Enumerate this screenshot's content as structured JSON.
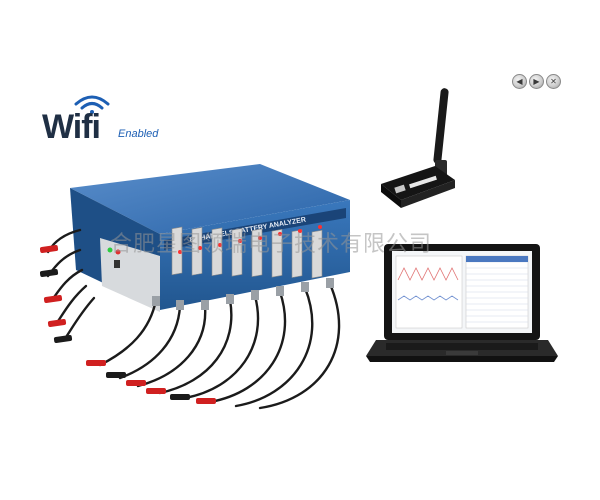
{
  "nav": {
    "prev_icon": "chevron-left-icon",
    "next_icon": "chevron-right-icon",
    "close_icon": "close-icon"
  },
  "logo": {
    "word": "Wifi",
    "tag": "Enabled"
  },
  "device": {
    "panel_text": "8 CHANNELS BATTERY ANALYZER"
  },
  "watermark": {
    "text": "合肥星图领瑞电子技术有限公司"
  },
  "colors": {
    "device_blue": "#2f6fb0",
    "wifi_blue": "#1d5fb4",
    "cable_black": "#1b1b1b",
    "clip_red": "#d02020"
  }
}
